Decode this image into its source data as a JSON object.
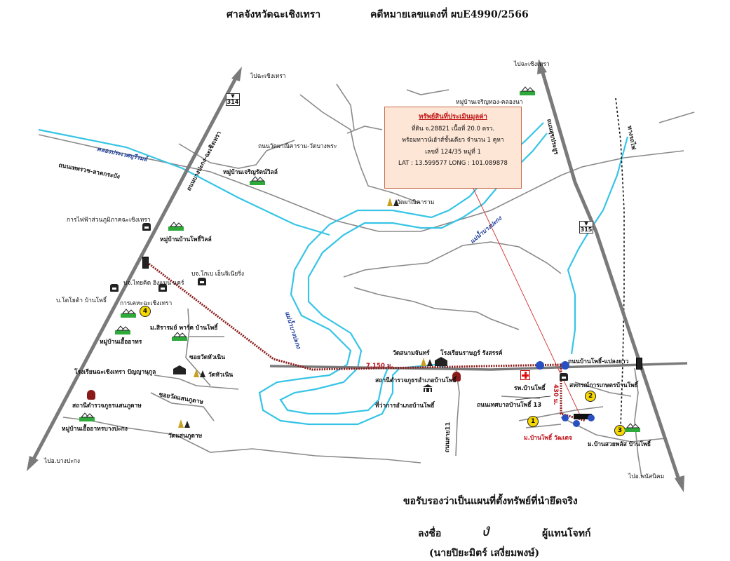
{
  "header": {
    "court": "ศาลจังหวัดฉะเชิงเทรา",
    "case": "คดีหมายเลขแดงที่  ผบE4990/2566"
  },
  "infobox": {
    "title": "ทรัพย์สินที่ประเมินมูลค่า",
    "line1": "ที่ดิน จ.28821 เนื้อที่ 20.0 ตรว.",
    "line2": "พร้อมทาวน์เฮ้าส์ชั้นเดียว จำนวน 1 คูหา",
    "line3": "เลขที่ 124/35 หมู่ที่ 1",
    "line4": "LAT : 13.599577  LONG : 101.089878"
  },
  "routes": {
    "r314": "314",
    "r315": "315"
  },
  "directions": {
    "to_chachoengsao_left": "ไปฉะเชิงเทรา",
    "to_chachoengsao_right": "ไปฉะเชิงเทรา",
    "to_bang_pakong": "ไปอ.บางปะกง",
    "to_phanom_sarakham": "ไปอ.พนัสนิคม"
  },
  "roads": {
    "bangpakong_chachoengsao": "ถนนบางปะกง-ฉะเชิงเทรา",
    "thepharak_latkrabang": "ถนนเทพรวช-ลาดกระบัง",
    "wat_phaikam_rat_bangphra": "ถนนวัดผาณิคาราม-วัดบางพระ",
    "suk_prayoon": "ถนนสุขประยูร",
    "ban_pho_plaeng_yao": "ถนนบ้านโพธิ์-แปลงยาว",
    "thesaban_ban_pho_13": "ถนนเทศบาลบ้านโพธิ์ 13",
    "soi_hua_noen": "ซอยวัดหัวเนิน",
    "soi_saen_phu_dat": "ซอยวัดแสนภูดาษ",
    "road_11": "ถนนสาย11"
  },
  "water": {
    "canal_prawet": "คลองประเวศบุรีรมย์",
    "river_upper": "แม่น้ำบางปะกง",
    "river_lower": "แม่น้ำบางปะกง",
    "railway": "ทางรถไฟ"
  },
  "places": {
    "mu_ban_charoen_thong": "หมู่บ้านเจริญทอง-คลองนา",
    "mu_ban_charoen_rat_villa": "หมู่บ้านเจริญรัตน์วิลล์",
    "wat_phai_kham": "วัดผาณิคาราม",
    "pea_office": "การไฟฟ้าส่วนภูมิภาคฉะเชิงเทรา",
    "mu_ban_ban_pho_villa": "หมู่บ้านบ้านโพธิ์วิลล์",
    "co_toyo": "บจ.โกเบ เอ็นจิเนียริ่ง",
    "co_thaiyo": "บจ.ไทยคิด ฮิงแมน แคร์",
    "co_toyota": "บ.โตโยต้า บ้านโพธิ์",
    "agri_chachoengsao": "การเคหะฉะเชิงเทรา",
    "m_sirarom": "ม.สิรารมย์ พาร์ค บ้านโพธิ์",
    "mu_ban_ua_athon": "หมู่บ้านเอื้ออาทร",
    "wat_hua_noen": "วัดหัวเนิน",
    "school_chachoengsao": "โรงเรียนฉะเชิงเทรา ปัญญานุกูล",
    "police_saen_phu_dat": "สถานีตำรวจภูธรแสนภูดาษ",
    "mu_ban_ua_athon_bangpakong": "หมู่บ้านเอื้ออาทรบางปะกง",
    "wat_saen_phu_dat": "วัดแสนภูดาษ",
    "wat_nam_chon": "วัดสนามจันทร์",
    "school_ratsami": "โรงเรียนราษฎร์ รังสรรค์",
    "police_ban_pho": "สถานีตำรวจภูธรอำเภอบ้านโพธิ์",
    "district_office": "ที่ว่าการอำเภอบ้านโพธิ์",
    "hospital_ban_pho": "รพ.บ้านโพธิ์",
    "coop_ban_pho": "สหกรณ์การเกษตรบ้านโพธิ์",
    "m_ban_pho_wattana": "ม.บ้านโพธิ์ วัฒเดจ",
    "m_ban_suai_phon": "ม.บ้านสวยพลัส บ้านโพธิ์"
  },
  "distances": {
    "main": "7,150 ม.",
    "vertical": "430 ม."
  },
  "markers": {
    "m1": "1",
    "m2": "2",
    "m3": "3",
    "m4": "4"
  },
  "signature": {
    "certify": "ขอรับรองว่าเป็นแผนที่ตั้งทรัพย์ที่นำยึดจริง",
    "sign_label": "ลงชื่อ",
    "sign_mark": "ง",
    "role": "ผู้แทนโจทก์",
    "name": "(นายปิยะมิตร์  เสงี่ยมพงษ์)"
  },
  "colors": {
    "water": "#36c4e6",
    "road_main": "#7a7a7a",
    "route_line": "#8b1a1a",
    "infobox_bg": "#fde6d6",
    "red_text": "#c0101a"
  },
  "icons": [
    "village-icon",
    "building-icon",
    "temple-icon",
    "hospital-icon",
    "police-icon",
    "traffic-signal-icon",
    "route-shield-icon",
    "government-icon"
  ]
}
